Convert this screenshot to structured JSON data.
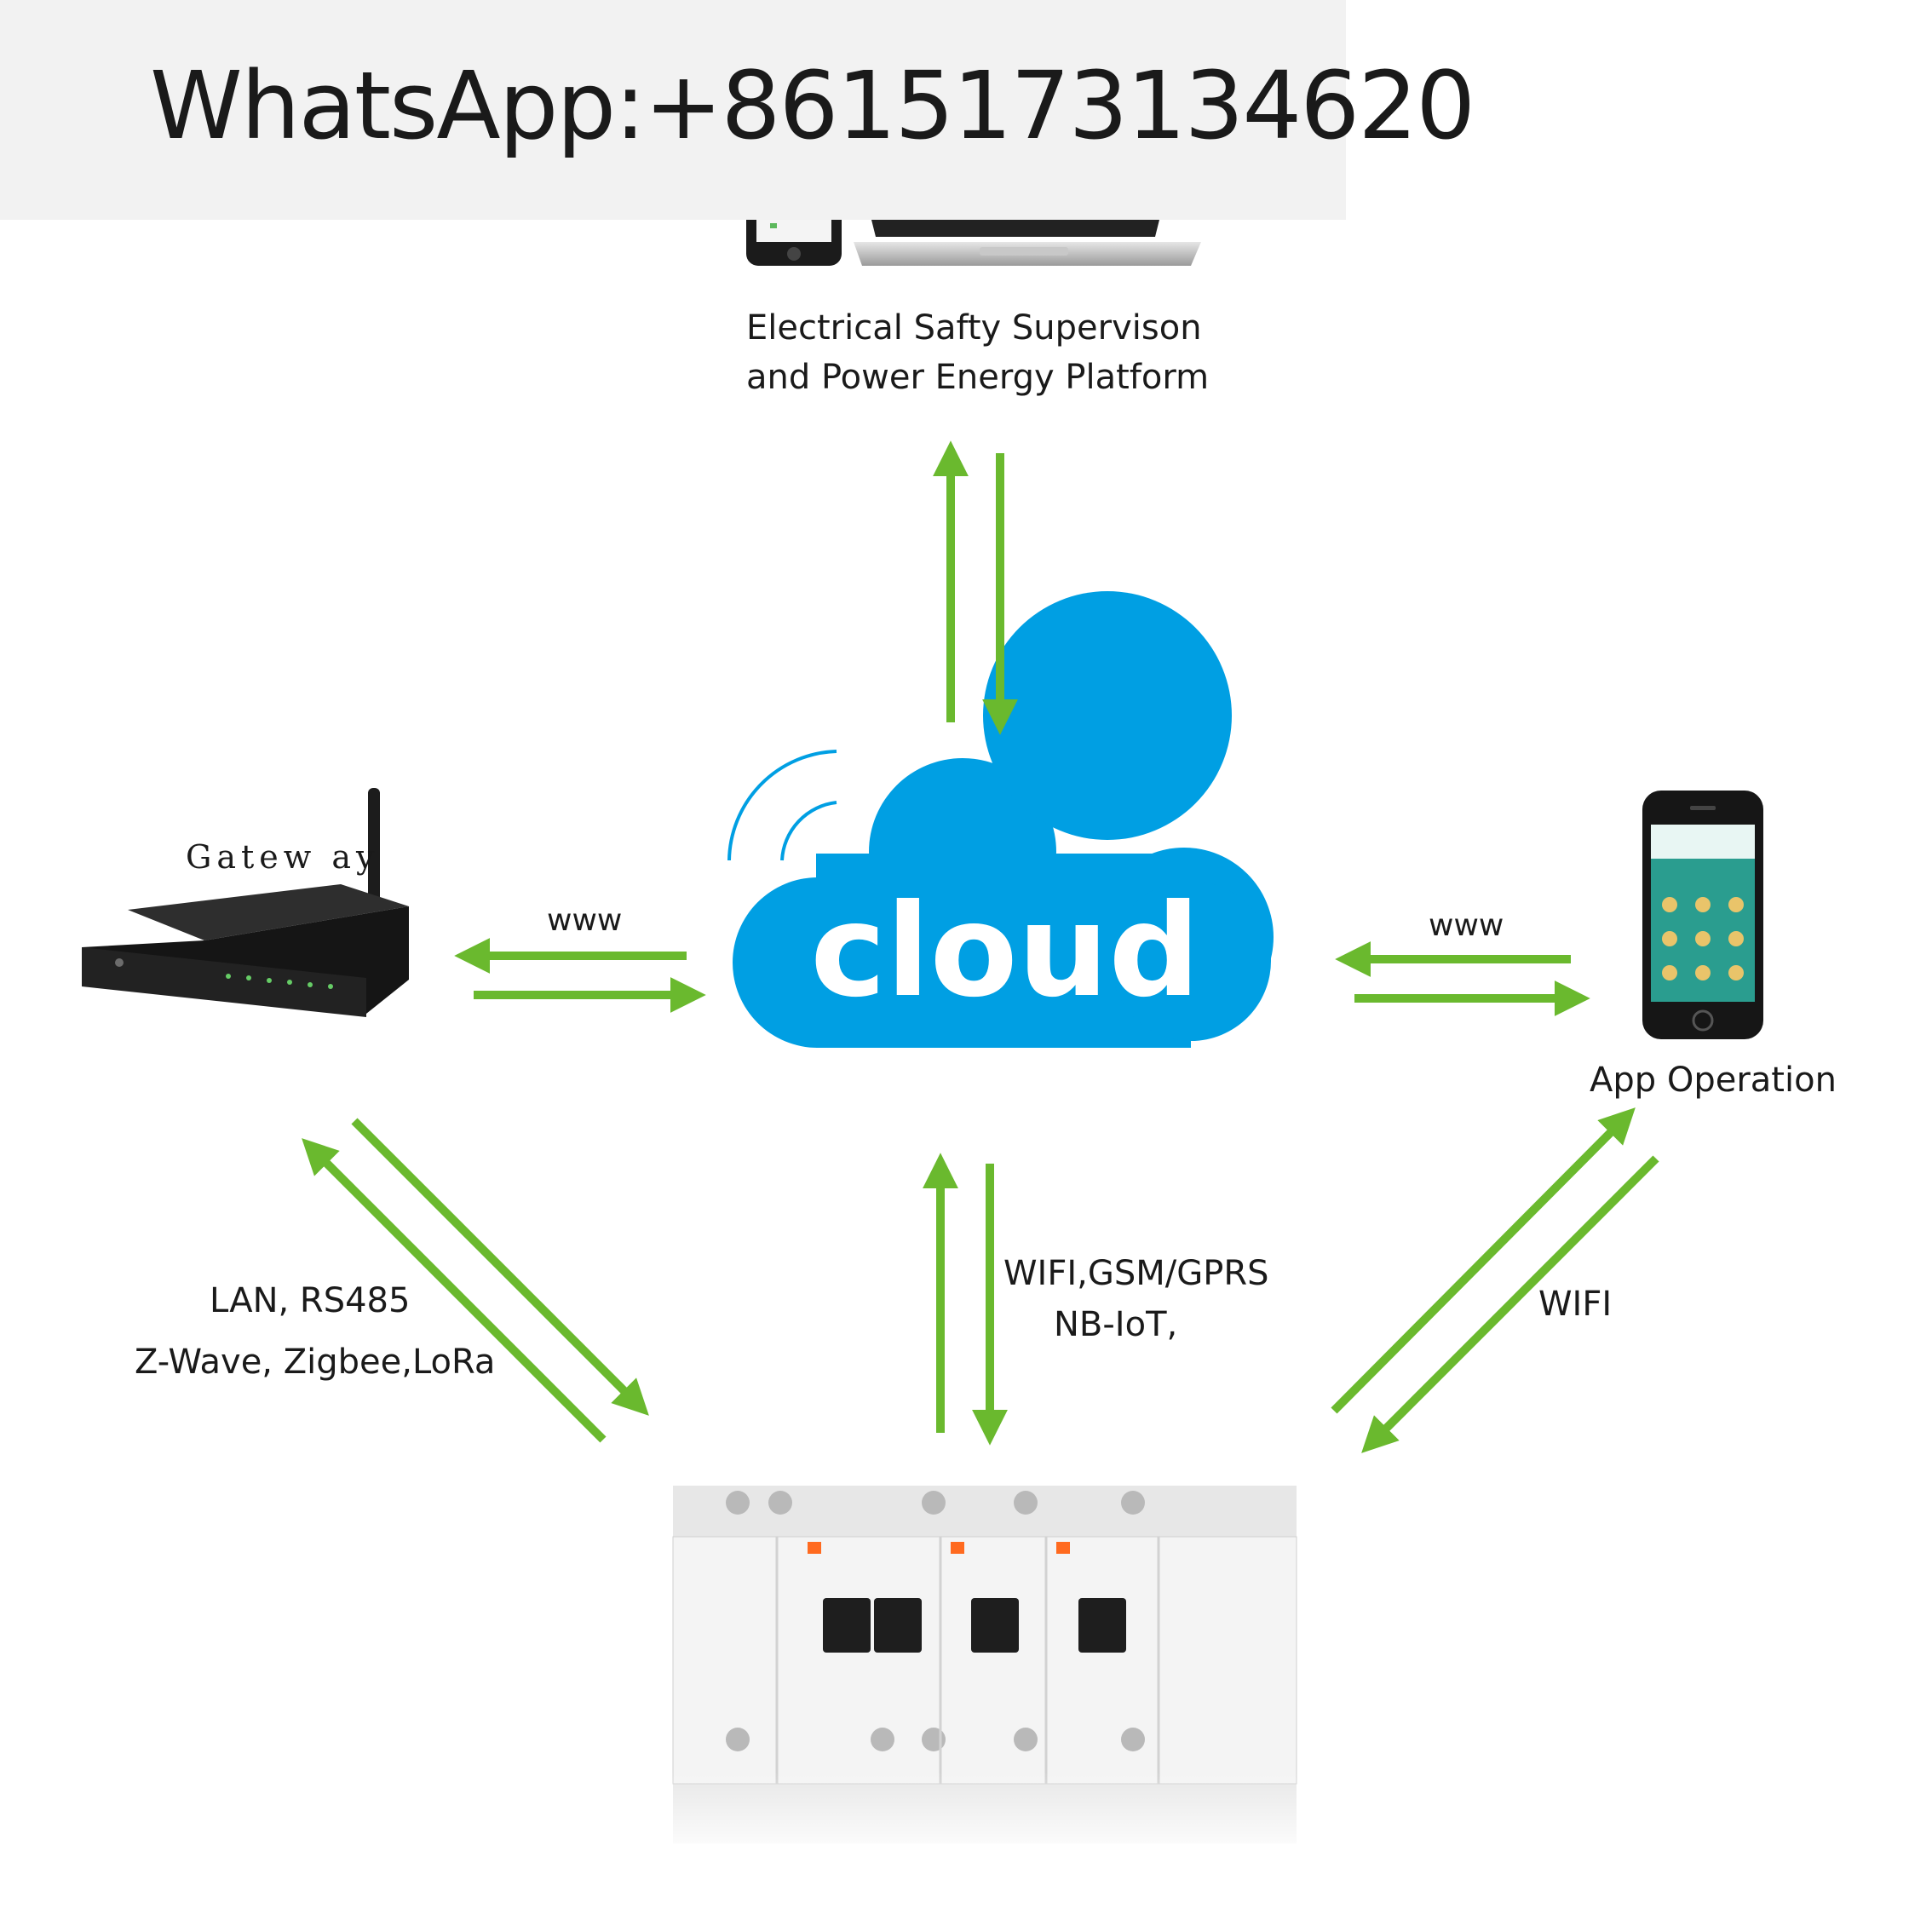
{
  "banner": {
    "text": "WhatsApp:+8615173134620"
  },
  "platform": {
    "line1": "Electrical Safty Supervison",
    "line2": "and Power Energy Platform"
  },
  "cloud": {
    "label": "cloud"
  },
  "gateway": {
    "label": "Gatew ay"
  },
  "links": {
    "gateway_cloud": "www",
    "cloud_app": "www",
    "gateway_device": [
      "LAN, RS485",
      "Z-Wave, Zigbee,LoRa"
    ],
    "cloud_device": [
      "WIFI,GSM/GPRS",
      "NB-IoT,"
    ],
    "app_device": "WIFI"
  },
  "app": {
    "label": "App Operation"
  },
  "colors": {
    "arrow": "#6ab92e",
    "cloud": "#009fe3",
    "banner_bg": "#f2f2f2"
  }
}
